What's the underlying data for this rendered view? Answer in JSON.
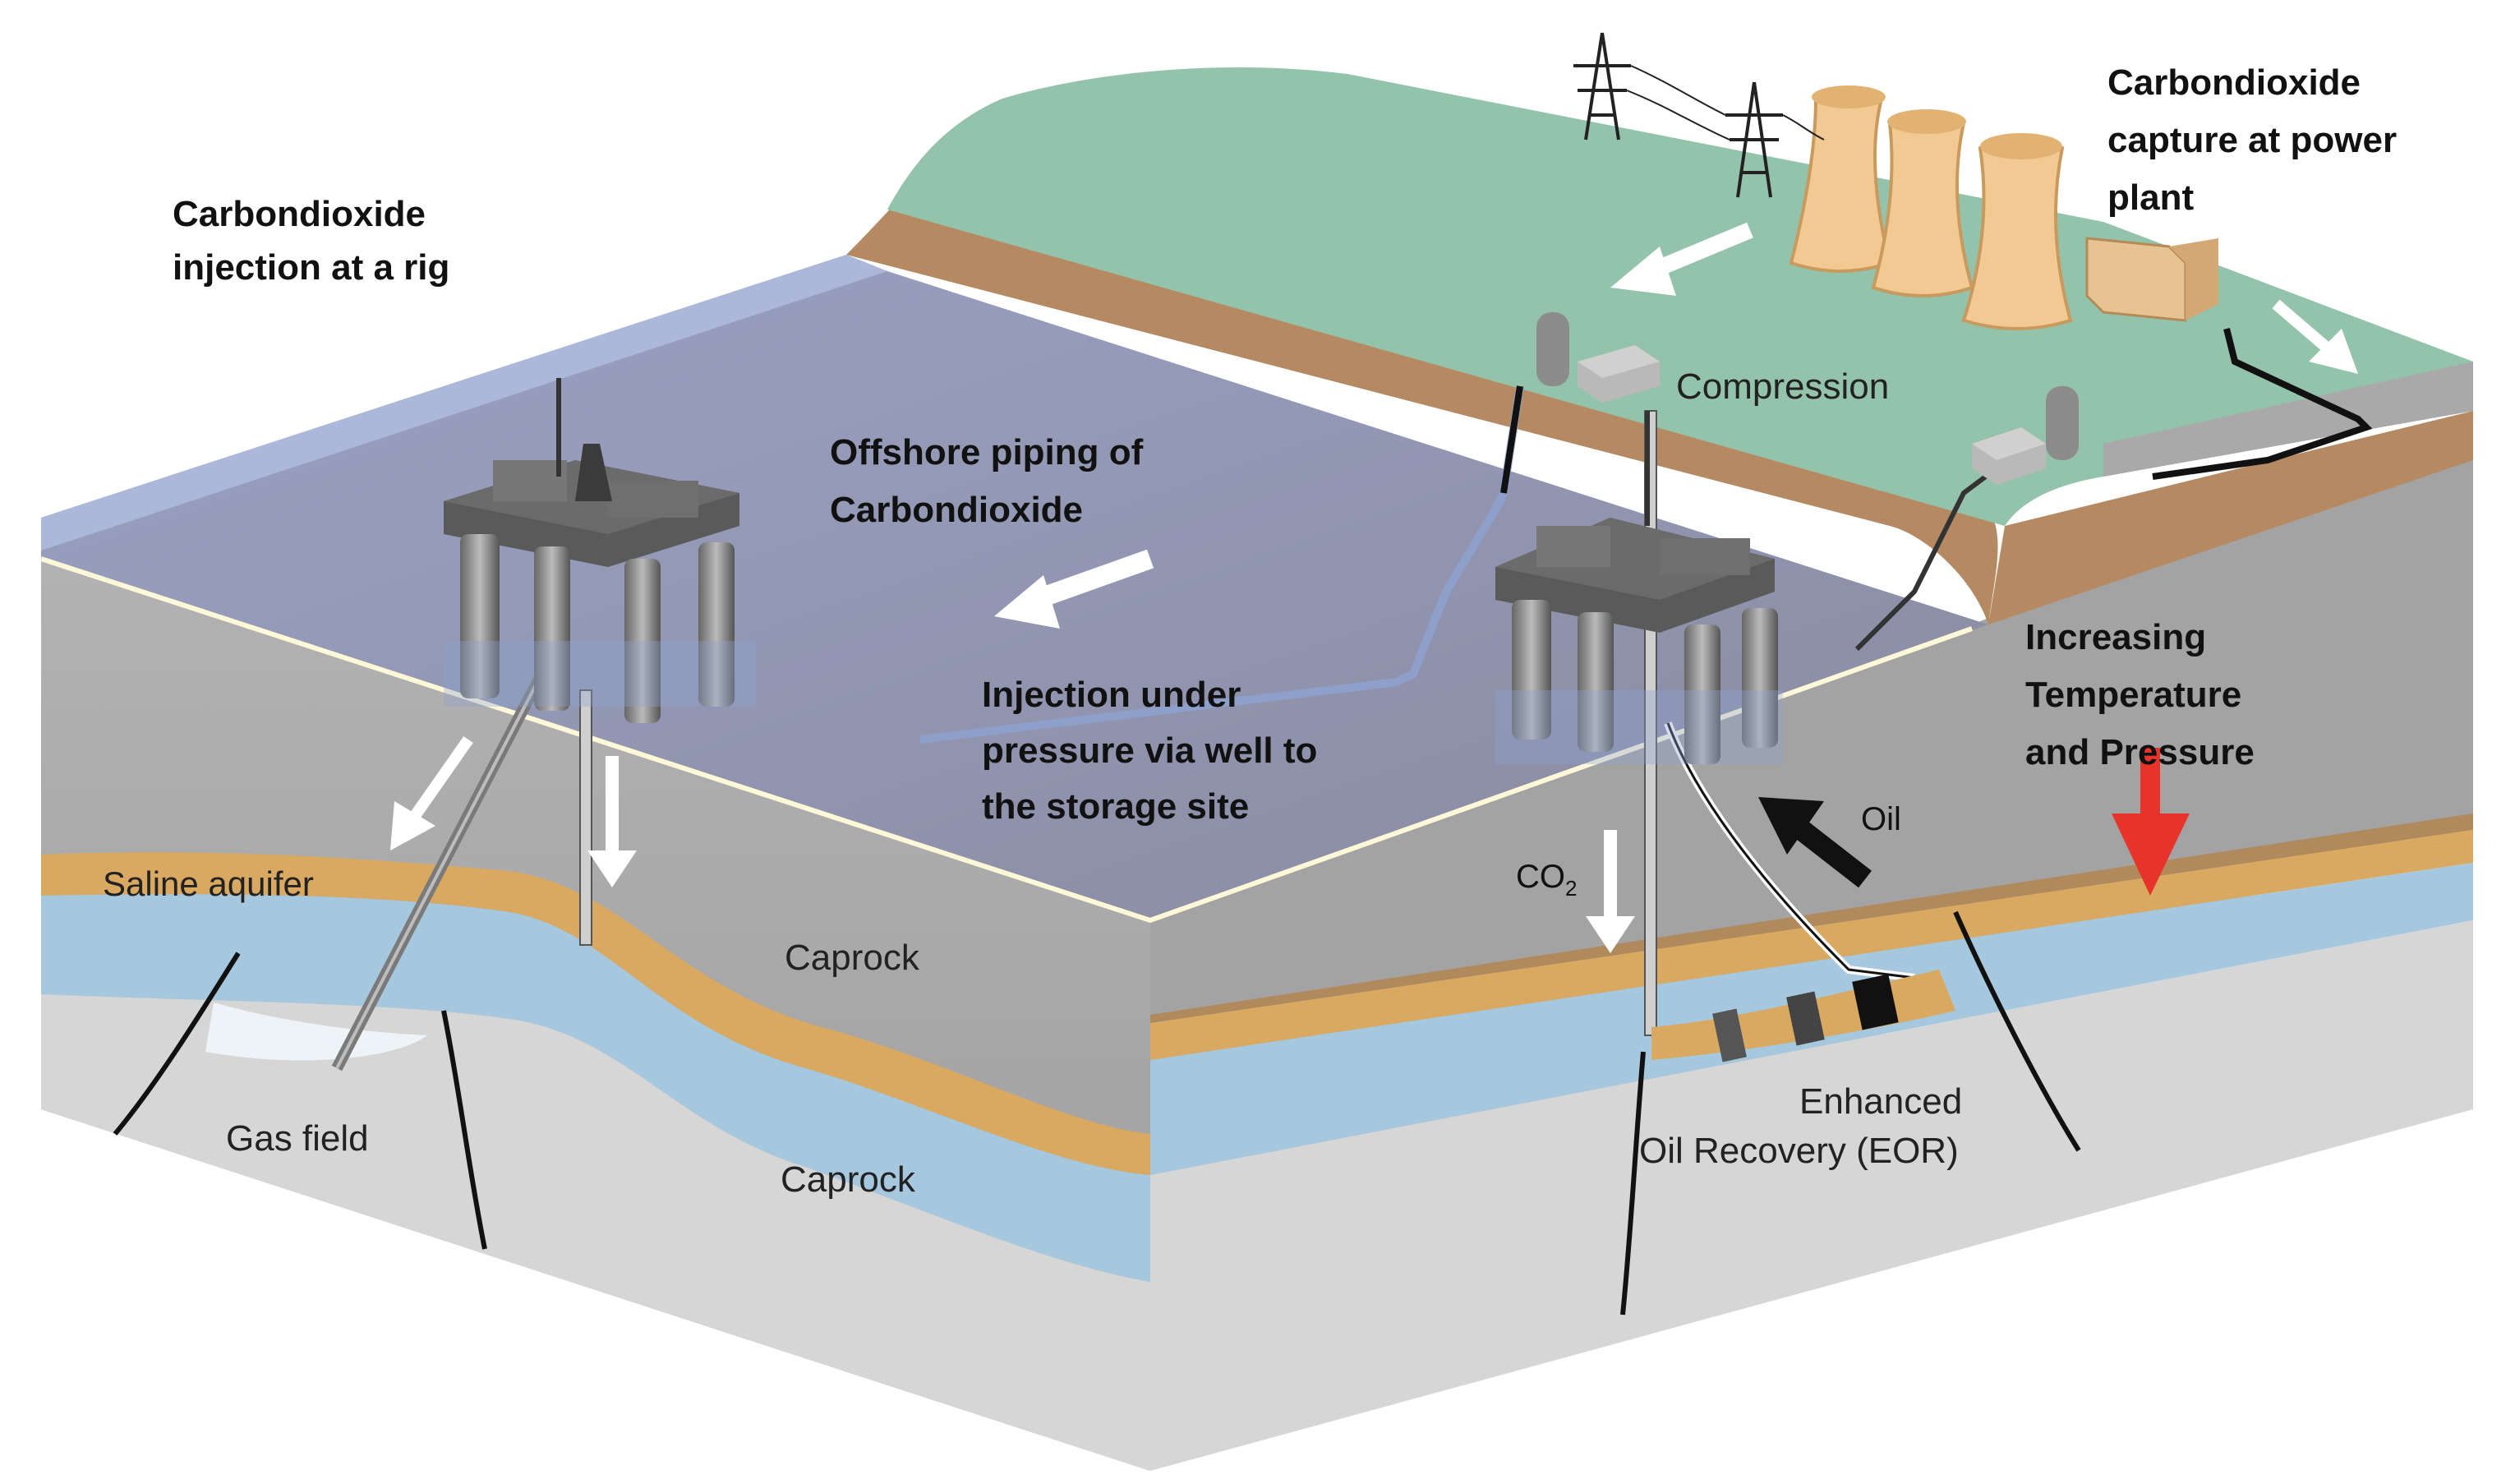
{
  "labels": {
    "injection_rig": [
      "Carbondioxide",
      "injection at a rig"
    ],
    "capture_power_plant": [
      "Carbondioxide",
      "capture at power",
      "plant"
    ],
    "compression": "Compression",
    "offshore_piping": [
      "Offshore piping of",
      "Carbondioxide"
    ],
    "injection_pressure": [
      "Injection under",
      "pressure via well to",
      "the storage site"
    ],
    "increasing_temp": [
      "Increasing",
      "Temperature",
      "and Pressure"
    ],
    "oil": "Oil",
    "co2": "CO",
    "co2_subscript": "2",
    "saline_aquifer": "Saline aquifer",
    "caprock_upper": "Caprock",
    "caprock_lower": "Caprock",
    "gas_field": "Gas field",
    "eor": [
      "Enhanced",
      "Oil Recovery (EOR)"
    ]
  },
  "colors": {
    "sea": "#8f8fa6",
    "sea_edge": "#a9b8dc",
    "land_green": "#93c3aa",
    "land_brown": "#b58a62",
    "rock_grey": "#ababab",
    "sandstone": "#d9a962",
    "aquifer_blue": "#a6c8df",
    "bedrock": "#d6d6d6",
    "tower_beige": "#f2c992",
    "pressure_arrow": "#e8332b"
  }
}
